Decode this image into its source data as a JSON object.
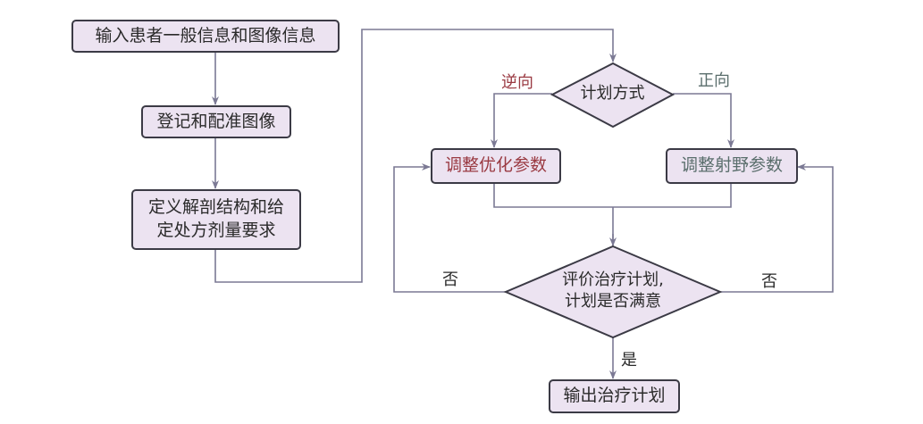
{
  "nodes": {
    "input": "输入患者一般信息和图像信息",
    "register": "登记和配准图像",
    "define_line1": "定义解剖结构和给",
    "define_line2": "定处方剂量要求",
    "plan_mode": "计划方式",
    "adjust_opt": "调整优化参数",
    "adjust_field": "调整射野参数",
    "evaluate_line1": "评价治疗计划,",
    "evaluate_line2": "计划是否满意",
    "output": "输出治疗计划"
  },
  "edge_labels": {
    "inverse": "逆向",
    "forward": "正向",
    "no_left": "否",
    "no_right": "否",
    "yes": "是"
  },
  "colors": {
    "box_fill": "#ece3f1",
    "border": "#3b3a45",
    "arrow": "#7b7994",
    "inverse_text": "#9a3a42",
    "forward_text": "#5a6e6c"
  }
}
